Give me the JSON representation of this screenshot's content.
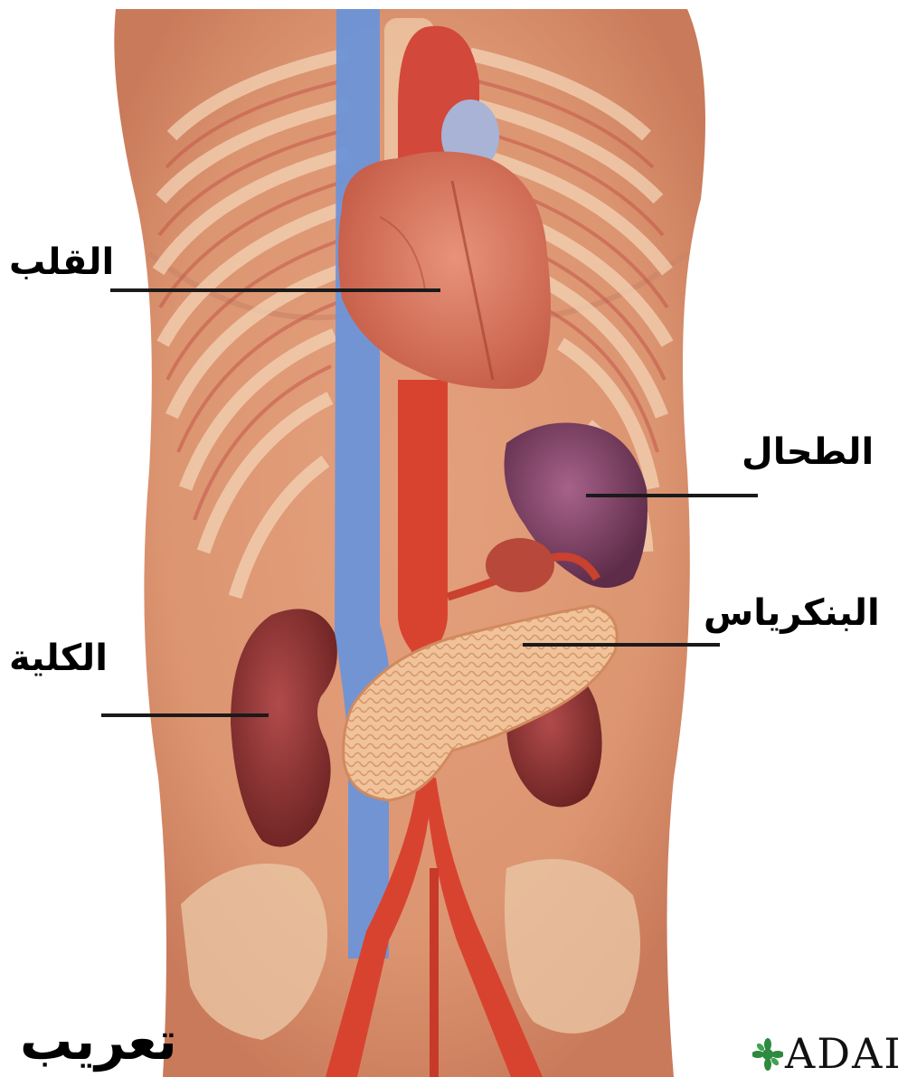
{
  "labels": {
    "heart": "القلب",
    "spleen": "الطحال",
    "pancreas": "البنكرياس",
    "kidney": "الكلية"
  },
  "credit": "تعريب",
  "logo": {
    "text": "ADAI"
  },
  "colors": {
    "skin": "#e9b08c",
    "muscle": "#c8594a",
    "heart": "#d9735c",
    "aorta": "#d8402c",
    "vena_cava": "#6a8fd6",
    "spleen": "#7a3f62",
    "pancreas": "#efba8e",
    "kidney": "#8a2f2f",
    "logo_green": "#2d8a3e"
  }
}
